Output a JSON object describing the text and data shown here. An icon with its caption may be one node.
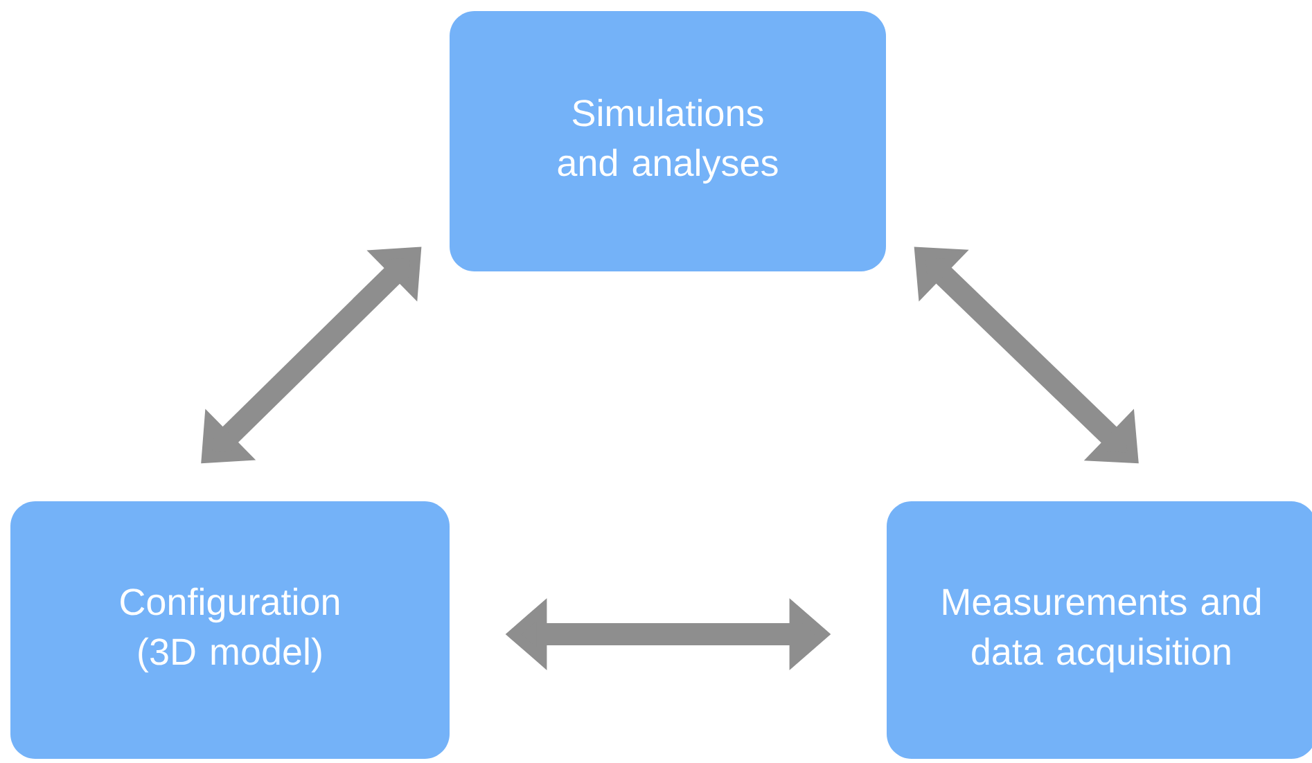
{
  "diagram": {
    "nodes": [
      {
        "text": [
          "Simulations and analyses"
        ]
      },
      {
        "text": [
          "Configuration (3D model)"
        ]
      },
      {
        "text": [
          "Measurements and data acquisition"
        ]
      }
    ],
    "edges": [
      {
        "from": 1,
        "to": 0,
        "arrow": "both"
      },
      {
        "from": 0,
        "to": 2,
        "arrow": "both"
      },
      {
        "from": 1,
        "to": 2,
        "arrow": "both"
      }
    ]
  }
}
